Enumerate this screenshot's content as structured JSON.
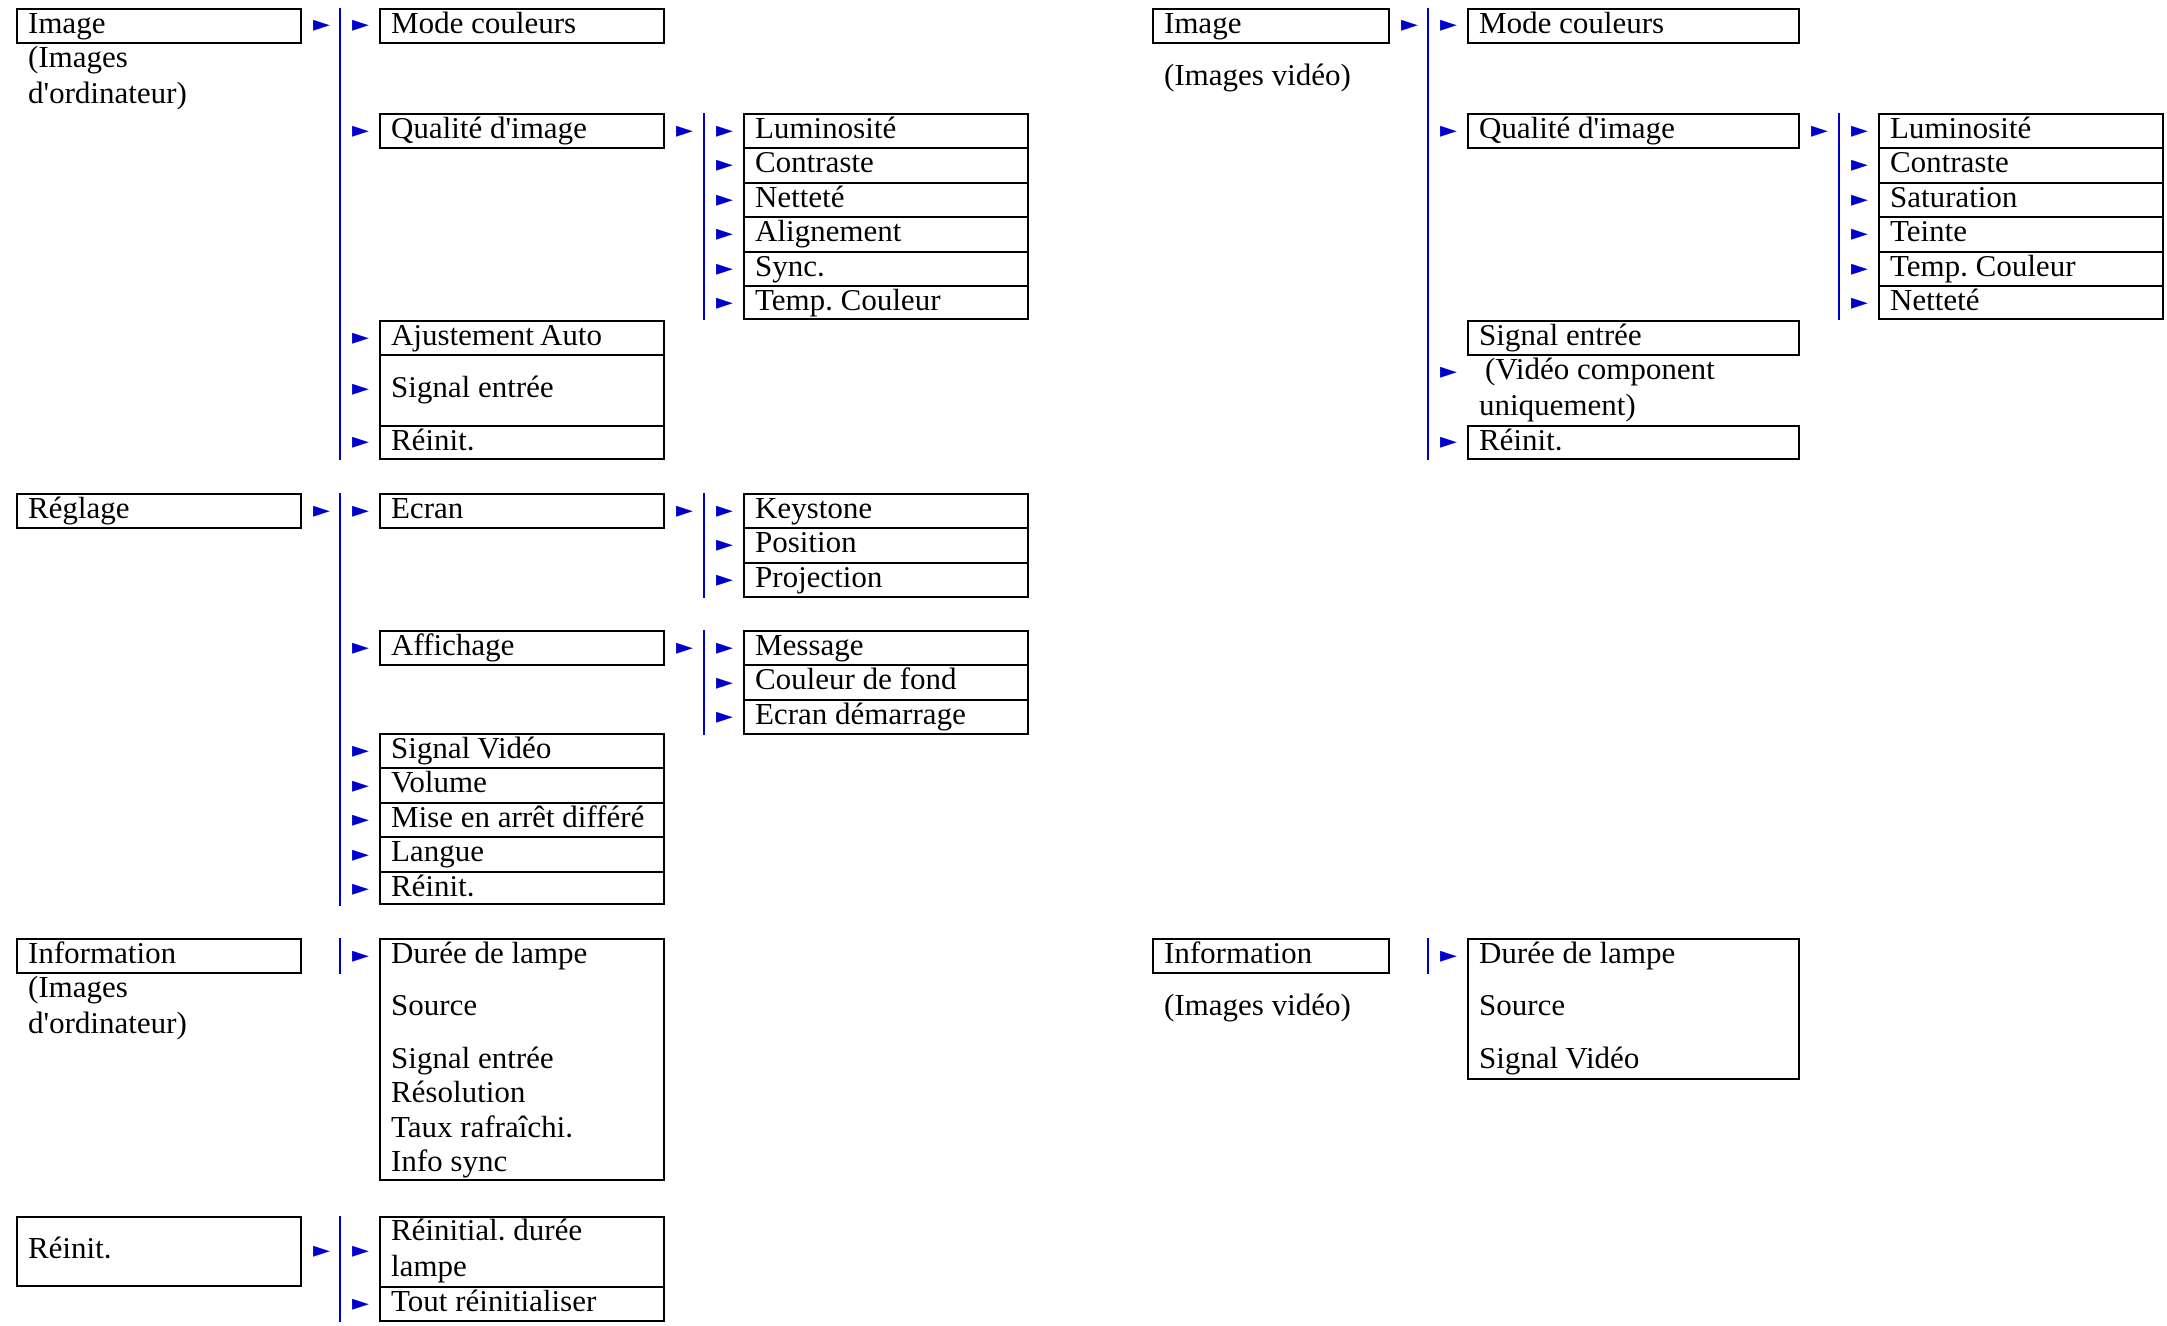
{
  "colors": {
    "connector": "#0000cc",
    "border": "#000000",
    "background": "#ffffff"
  },
  "icons": {
    "arrow": "blue-right-triangle-icon"
  },
  "computer_tree": {
    "image": {
      "label": "Image",
      "note_line1": "(Images",
      "note_line2": "d'ordinateur)",
      "mode_couleurs": "Mode couleurs",
      "qualite": "Qualité d'image",
      "qualite_items": [
        "Luminosité",
        "Contraste",
        "Netteté",
        "Alignement",
        "Sync.",
        "Temp. Couleur"
      ],
      "ajustement": "Ajustement Auto",
      "signal_entree": "Signal entrée",
      "reinit": "Réinit."
    },
    "reglage": {
      "label": "Réglage",
      "ecran": "Ecran",
      "ecran_items": [
        "Keystone",
        "Position",
        "Projection"
      ],
      "affichage": "Affichage",
      "affichage_items": [
        "Message",
        "Couleur de fond",
        "Ecran démarrage"
      ],
      "others": [
        "Signal Vidéo",
        "Volume",
        "Mise en arrêt différé",
        "Langue",
        "Réinit."
      ]
    },
    "information": {
      "label": "Information",
      "note_line1": "(Images",
      "note_line2": "d'ordinateur)",
      "duree": "Durée de lampe",
      "source": "Source",
      "signal_entree": "Signal entrée",
      "resolution": "Résolution",
      "taux": "Taux rafraîchi.",
      "info_sync": "Info sync"
    },
    "reinit": {
      "label": "Réinit.",
      "reinit_lampe_line1": "Réinitial. durée",
      "reinit_lampe_line2": "lampe",
      "tout": "Tout réinitialiser"
    }
  },
  "video_tree": {
    "image": {
      "label": "Image",
      "note": "(Images vidéo)",
      "mode_couleurs": "Mode couleurs",
      "qualite": "Qualité d'image",
      "qualite_items": [
        "Luminosité",
        "Contraste",
        "Saturation",
        "Teinte",
        "Temp. Couleur",
        "Netteté"
      ],
      "signal_entree": "Signal entrée",
      "signal_note_line1": "(Vidéo component",
      "signal_note_line2": "uniquement)",
      "reinit": "Réinit."
    },
    "information": {
      "label": "Information",
      "note": "(Images vidéo)",
      "duree": "Durée de lampe",
      "source": "Source",
      "signal_video": "Signal Vidéo"
    }
  }
}
